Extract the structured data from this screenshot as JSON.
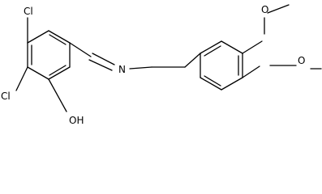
{
  "molecule": {
    "atoms": {
      "cl_top": "Cl",
      "cl_bottom": "Cl",
      "hydroxyl": "OH",
      "imine_n": "N",
      "methoxy_top_o": "O",
      "methoxy_bottom_o": "O"
    }
  }
}
